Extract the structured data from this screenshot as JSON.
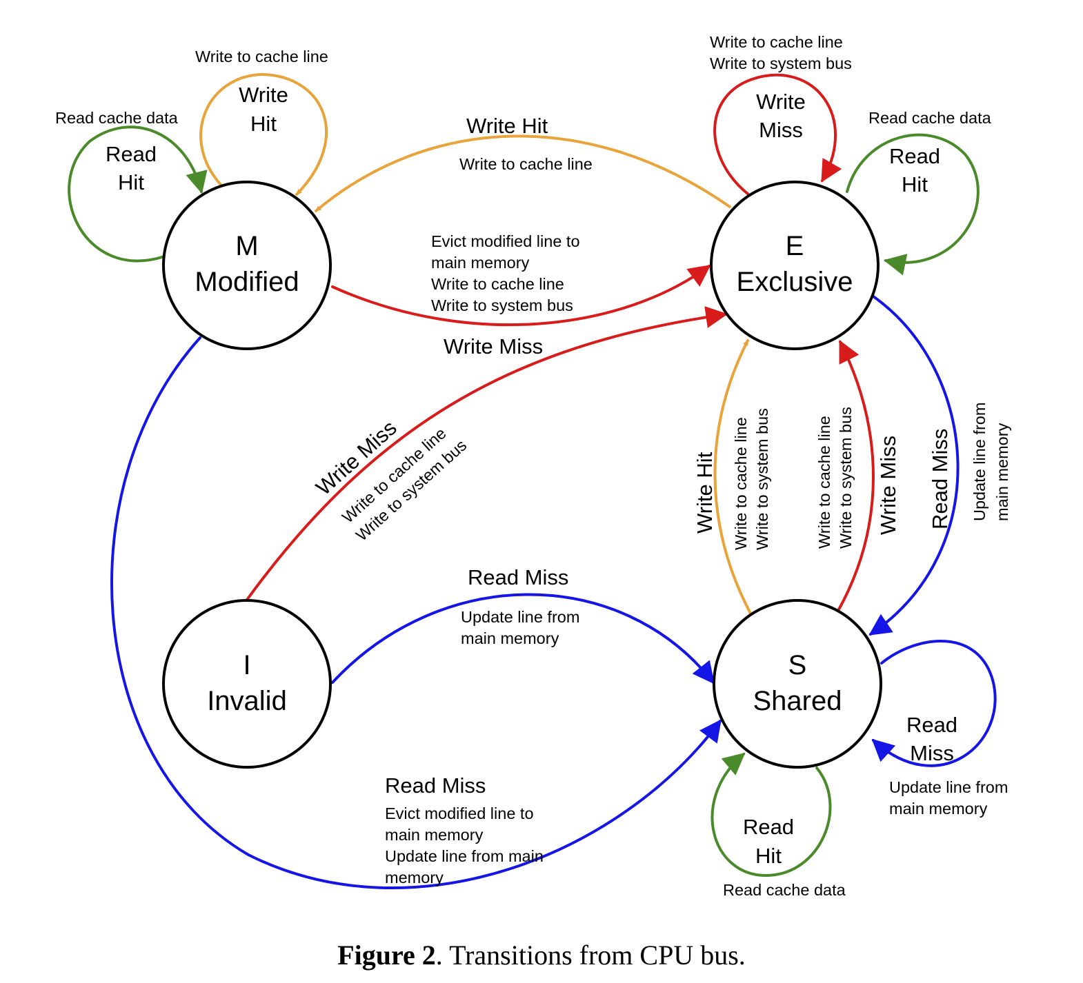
{
  "colors": {
    "write_hit": "#e8a33a",
    "write_miss": "#d81b1b",
    "read_hit": "#4a8a2a",
    "read_miss": "#1515e6",
    "node_stroke": "#000000"
  },
  "states": {
    "M": {
      "letter": "M",
      "name": "Modified"
    },
    "E": {
      "letter": "E",
      "name": "Exclusive"
    },
    "I": {
      "letter": "I",
      "name": "Invalid"
    },
    "S": {
      "letter": "S",
      "name": "Shared"
    }
  },
  "transitions": {
    "m_read_hit": {
      "label": [
        "Read",
        "Hit"
      ],
      "action": [
        "Read cache data"
      ]
    },
    "m_write_hit": {
      "label": [
        "Write",
        "Hit"
      ],
      "action": [
        "Write to cache line"
      ]
    },
    "e_to_m_write_hit": {
      "label": [
        "Write Hit"
      ],
      "action": [
        "Write to cache line"
      ]
    },
    "m_to_e_write_miss": {
      "label": [
        "Write Miss"
      ],
      "action": [
        "Evict modified line to",
        "main memory",
        "Write to cache line",
        "Write to system bus"
      ]
    },
    "e_write_miss": {
      "label": [
        "Write",
        "Miss"
      ],
      "action": [
        "Write to cache line",
        "Write to system bus"
      ]
    },
    "e_read_hit": {
      "label": [
        "Read",
        "Hit"
      ],
      "action": [
        "Read cache data"
      ]
    },
    "i_to_e_write_miss": {
      "label": [
        "Write Miss"
      ],
      "action": [
        "Write to cache line",
        "Write to system bus"
      ]
    },
    "s_to_e_write_hit": {
      "label": [
        "Write Hit"
      ],
      "action": [
        "Write to cache line",
        "Write to system bus"
      ]
    },
    "s_to_e_write_miss": {
      "label": [
        "Write Miss"
      ],
      "action": [
        "Write to cache line",
        "Write to system bus"
      ]
    },
    "e_to_s_read_miss": {
      "label": [
        "Read Miss"
      ],
      "action": [
        "Update line from",
        "main memory"
      ]
    },
    "i_to_s_read_miss": {
      "label": [
        "Read Miss"
      ],
      "action": [
        "Update line from",
        "main memory"
      ]
    },
    "m_to_s_read_miss": {
      "label": [
        "Read Miss"
      ],
      "action": [
        "Evict modified line to",
        "main memory",
        "Update line from main",
        "memory"
      ]
    },
    "s_read_miss": {
      "label": [
        "Read",
        "Miss"
      ],
      "action": [
        "Update line from",
        "main memory"
      ]
    },
    "s_read_hit": {
      "label": [
        "Read",
        "Hit"
      ],
      "action": [
        "Read cache data"
      ]
    }
  },
  "caption": {
    "figure": "Figure 2",
    "text": ". Transitions from CPU bus."
  }
}
